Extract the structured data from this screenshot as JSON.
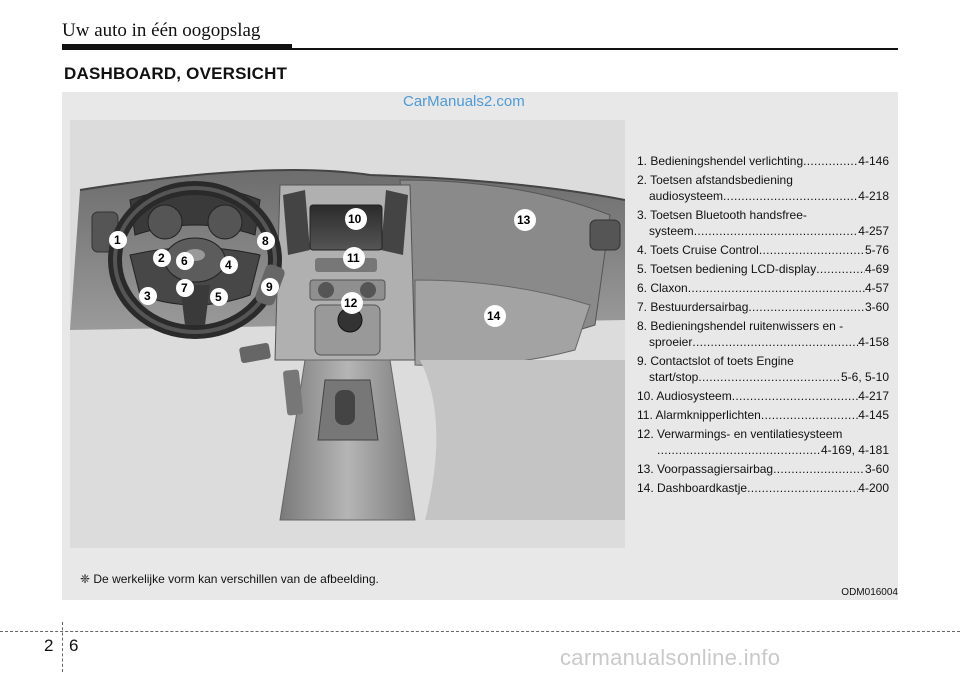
{
  "header": {
    "running_title": "Uw auto in één oogopslag"
  },
  "section": {
    "title": "DASHBOARD, OVERSICHT"
  },
  "watermark": "CarManuals2.com",
  "illustration": {
    "callouts": [
      "1",
      "2",
      "3",
      "4",
      "5",
      "6",
      "7",
      "8",
      "9",
      "10",
      "11",
      "12",
      "13",
      "14"
    ]
  },
  "legend": [
    {
      "label": "1. Bedieningshendel verlichting",
      "page": "4-146"
    },
    {
      "label_line1": "2. Toetsen afstandsbediening",
      "label": "audiosysteem",
      "page": "4-218"
    },
    {
      "label_line1": "3. Toetsen Bluetooth handsfree-",
      "label": "systeem",
      "page": "4-257"
    },
    {
      "label": "4. Toets Cruise Control",
      "page": "5-76"
    },
    {
      "label": "5. Toetsen bediening LCD-display",
      "page": "4-69"
    },
    {
      "label": "6. Claxon",
      "page": "4-57"
    },
    {
      "label": "7. Bestuurdersairbag",
      "page": "3-60"
    },
    {
      "label_line1": "8. Bedieningshendel ruitenwissers en -",
      "label": "sproeier",
      "page": "4-158"
    },
    {
      "label_line1": "9. Contactslot of toets Engine",
      "label": "start/stop",
      "page": "5-6, 5-10"
    },
    {
      "label": "10. Audiosysteem",
      "page": "4-217"
    },
    {
      "label": "11. Alarmknipperlichten",
      "page": "4-145"
    },
    {
      "label_line1": "12. Verwarmings- en ventilatiesysteem",
      "label": "",
      "page": "4-169, 4-181"
    },
    {
      "label": "13. Voorpassagiersairbag",
      "page": "3-60"
    },
    {
      "label": "14. Dashboardkastje",
      "page": "4-200"
    }
  ],
  "note": "❈ De werkelijke vorm kan verschillen van de afbeelding.",
  "figure_code": "ODM016004",
  "footer": {
    "page_left": "2",
    "page_right": "6",
    "watermark": "carmanualsonline.info"
  }
}
